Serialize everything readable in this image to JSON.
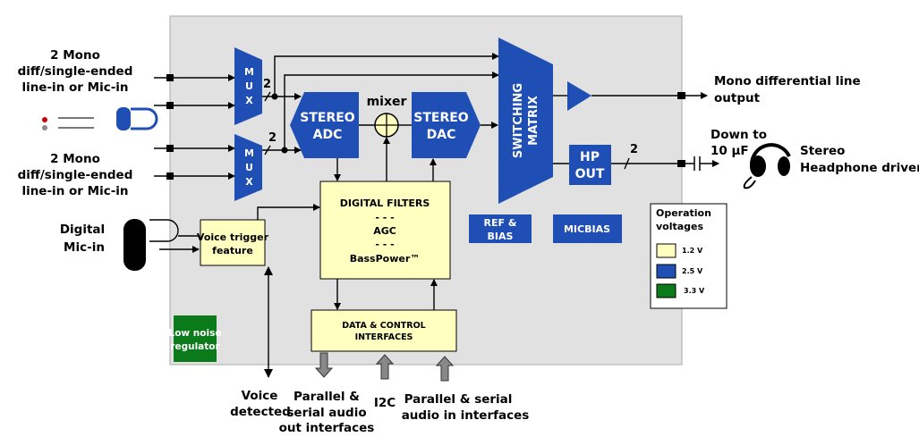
{
  "colors": {
    "blue": "#1f4fb4",
    "yellow": "#ffffc0",
    "green": "#0a7a1a",
    "chip": "#e1e1e1"
  },
  "inputs": {
    "line_in_1": [
      "2 Mono",
      "diff/single-ended",
      "line-in or Mic-in"
    ],
    "line_in_2": [
      "2 Mono",
      "diff/single-ended",
      "line-in or Mic-in"
    ],
    "digital_mic": [
      "Digital",
      "Mic-in"
    ]
  },
  "blocks": {
    "mux": "MUX",
    "bus_width": "2",
    "adc": [
      "STEREO",
      "ADC"
    ],
    "mixer": "mixer",
    "dac": [
      "STEREO",
      "DAC"
    ],
    "switching": [
      "SWITCHING",
      "MATRIX"
    ],
    "hp_out": [
      "HP",
      "OUT"
    ],
    "ref_bias": [
      "REF &",
      "BIAS"
    ],
    "micbias": "MICBIAS",
    "digital_filters": [
      "DIGITAL FILTERS",
      "- - -",
      "AGC",
      "- - -",
      "BassPower™"
    ],
    "voice_trigger": [
      "Voice trigger",
      "feature"
    ],
    "data_control": [
      "DATA & CONTROL",
      "INTERFACES"
    ],
    "regulator": [
      "Low noise",
      "regulator"
    ]
  },
  "outputs": {
    "line_out": [
      "Mono differential line",
      "output"
    ],
    "cap": [
      "Down to",
      "10 µF"
    ],
    "headphone": [
      "Stereo",
      "Headphone driver"
    ]
  },
  "legend": {
    "title": [
      "Operation",
      "voltages"
    ],
    "items": [
      {
        "label": "1.2 V",
        "color": "#ffffc0"
      },
      {
        "label": "2.5 V",
        "color": "#1f4fb4"
      },
      {
        "label": "3.3 V",
        "color": "#0a7a1a"
      }
    ]
  },
  "bottom": {
    "voice": [
      "Voice",
      "detected"
    ],
    "audio_out": [
      "Parallel &",
      "serial audio",
      "out interfaces"
    ],
    "i2c": "I2C",
    "audio_in": [
      "Parallel & serial",
      "audio in interfaces"
    ]
  }
}
